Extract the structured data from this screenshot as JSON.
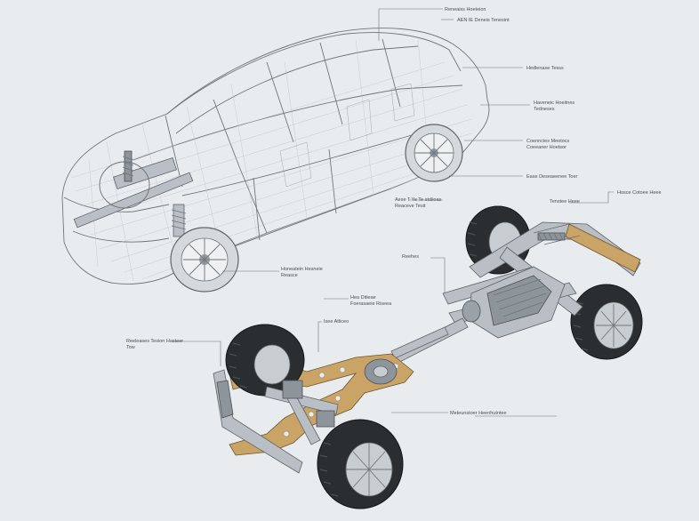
{
  "diagram": {
    "background": "#e9ecee",
    "frame_color": "#c9a466",
    "tire_color": "#2b2e31",
    "callouts": [
      {
        "id": "c1",
        "text": "Reneaiss Hoeteion"
      },
      {
        "id": "c2",
        "text": "AEN IE  Deneis    Tenesint"
      },
      {
        "id": "c3",
        "text": "Hedlenase Tesss"
      },
      {
        "id": "c4",
        "text": "Haveneic Hoeitnes"
      },
      {
        "id": "c5",
        "text": "Tedneses"
      },
      {
        "id": "c6",
        "text": "Coenncies Meotocs"
      },
      {
        "id": "c7",
        "text": "Coeeaner Hoetsor"
      },
      {
        "id": "c8",
        "text": "Ease  Deseaeenee Toer"
      },
      {
        "id": "c9",
        "text": "Aese T Ye   Te stdiioas"
      },
      {
        "id": "c10",
        "text": "Reaceve Tesit"
      },
      {
        "id": "c11",
        "text": "Tenstee Heee"
      },
      {
        "id": "c12",
        "text": "Hosce  Cotoee Heee"
      },
      {
        "id": "c13",
        "text": "Reehes"
      },
      {
        "id": "c14",
        "text": "Honeatein Hesneie"
      },
      {
        "id": "c15",
        "text": "Reasce"
      },
      {
        "id": "c16",
        "text": "Hea Ditieae"
      },
      {
        "id": "c17",
        "text": "Foerasaeie   Riseea"
      },
      {
        "id": "c18",
        "text": "Isee Atliceo"
      },
      {
        "id": "c19",
        "text": "Reeleases  Tesion Hasteer"
      },
      {
        "id": "c20",
        "text": "Tow"
      },
      {
        "id": "c21",
        "text": "Meteunstoer Heenhutntee"
      }
    ]
  }
}
